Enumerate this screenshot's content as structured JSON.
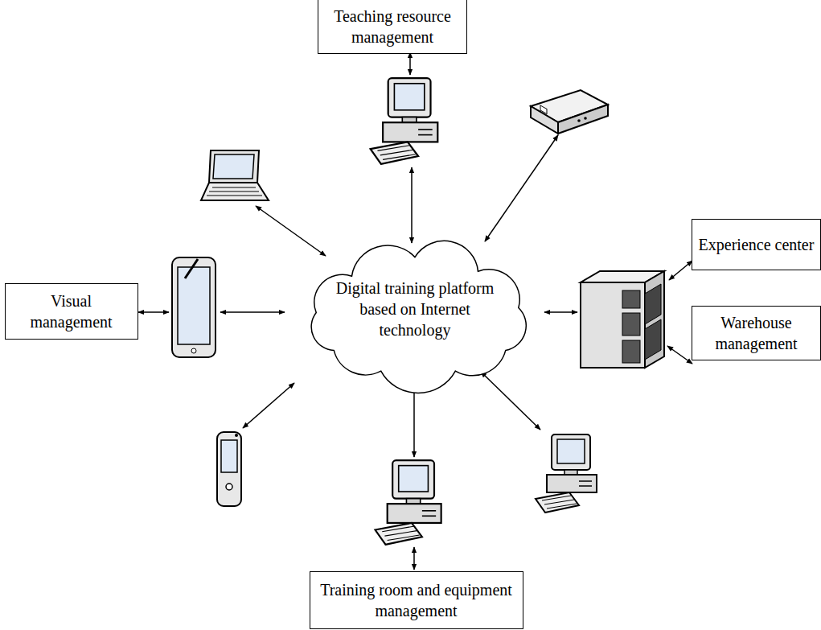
{
  "diagram": {
    "nodes": [
      {
        "text": [
          "Teaching resource management"
        ]
      },
      {
        "text": [
          "Visual management"
        ]
      },
      {
        "text": [
          "Digital training platform based on Internet technology"
        ]
      },
      {
        "text": [
          "Experience center"
        ]
      },
      {
        "text": [
          "Warehouse management"
        ]
      },
      {
        "text": [
          "Training room and equipment management"
        ]
      }
    ]
  }
}
